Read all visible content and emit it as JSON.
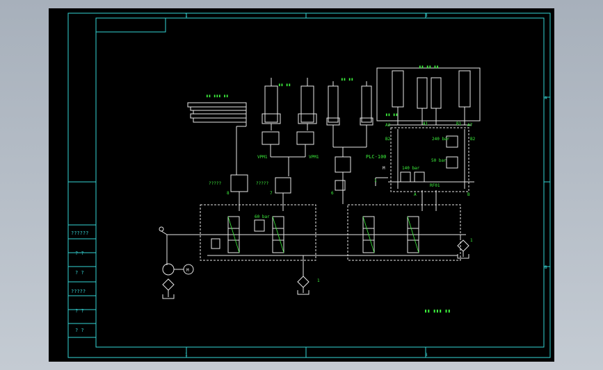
{
  "colors": {
    "background": "#000000",
    "frame": "#35d6d6",
    "lines": "#e8e8e8",
    "text": "#3df23d",
    "dashed": "#e8e8e8"
  },
  "border": {
    "top_numbers": [
      "1",
      "8"
    ],
    "bottom_numbers": [
      "1",
      "8"
    ],
    "right_letters": [
      "A",
      "B"
    ]
  },
  "title_block_rows": [
    "??????",
    "? ?",
    "? ?",
    "?????",
    "? ?",
    "? ?"
  ],
  "labels": {
    "lift_cylinder": "▮▮ ▮▮▮ ▮▮",
    "lift": "▮▮ ▮▮",
    "tilt": "▮▮ ▮▮",
    "clamp": "▮▮ ▮▮ ▮▮",
    "sw_upper": "▮▮ ▮▮",
    "q1": "?????",
    "q2": "?????",
    "vpm1": "VPM1",
    "vpm2": "VPM1",
    "plc": "PLC-100",
    "p_240": "240 bar",
    "p_50": "50 bar",
    "p_140": "140 bar",
    "p_60": "60 bar",
    "rf01": "RF01",
    "port_a1": "A1",
    "port_b1": "B1",
    "port_a2": "A2",
    "port_b2": "B2",
    "port_a7": "A7",
    "port_b2r": "B2",
    "port_a": "A",
    "port_b": "B",
    "port_m": "M",
    "num_8": "8",
    "num_7": "7",
    "num_6": "6",
    "num_1a": "1",
    "num_1b": "1",
    "num_1c": "1",
    "motor": "M",
    "title": "▮▮ ▮▮▮ ▮▮"
  }
}
